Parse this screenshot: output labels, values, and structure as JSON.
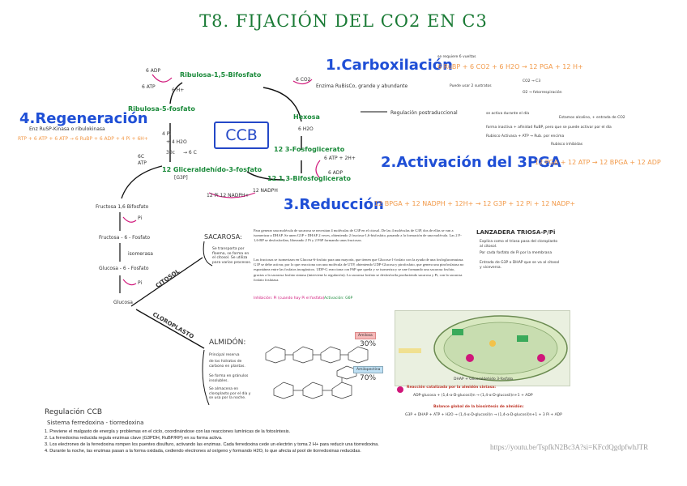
{
  "title": "T8. FIJACIÓN DEL CO2 EN C3",
  "ccb": "CCB",
  "cycle": {
    "ribulosa_bifosfato": "Ribulosa-1,5-Bifosfato",
    "ribulosa_fosfato": "Ribulosa-5-fosfato",
    "hexosa": "Hexosa",
    "fosfoglicerato": "12 3-Fosfoglicerato",
    "bifosfoglicerato": "12 1,3-Bifosfoglicerato",
    "gliceraldehido": "12 Gliceraldehído-3-fosfato",
    "gliceraldehido_abbr": "[G3P]",
    "adp6": "6 ADP",
    "atp6": "6 ATP",
    "h_plus_6": "6 H+",
    "h2o_6": "6 H2O",
    "co2_6": "6 CO2",
    "pi_4": "4 Pi",
    "h2o_4": "+ 4 H2O",
    "c30": "30c",
    "c30_out": "→ 6 C",
    "atp_6c": "6C",
    "atp_label": "ATP",
    "adp_plus_2h": "6 ATP + 2H+",
    "adp_6b": "6 ADP",
    "nadph_pi": "12 Pi  12 NADPH+",
    "nadph_12": "12 NADPH"
  },
  "sections": {
    "carboxilacion": {
      "heading": "1.Carboxilación",
      "equation": "6 RuBP + 6 CO2 + 6 H2O → 12 PGA + 12 H+",
      "note": "se requiere 6 vueltas",
      "enzyme": "Enzima RuBisCo, grande y abundante",
      "enzyme_note": "Puede usar 2 sustratos",
      "sub1": "CO2 → C3",
      "sub2": "O2 → fotorrespiración",
      "regulation": "Regulación postraduccional",
      "regulation_text": "se activa durante el día",
      "reg_detail1": "Estamos alcalino, + entrada de CO2",
      "reg_detail2": "forma inactiva + afinidad RuBP, pero que se puede activar por el día",
      "reg_detail3": "Rubisco Activasa + ATP → Rub. por encima",
      "reg_detail4": "Rubisco inhibidas"
    },
    "activacion": {
      "heading": "2.Activación del 3PGA",
      "equation": "12 PGA + 12 ATP → 12 BPGA + 12 ADP"
    },
    "reduccion": {
      "heading": "3.Reducción",
      "equation": "12 BPGA + 12 NADPH + 12H+ → 12 G3P + 12 Pi + 12 NADP+"
    },
    "regeneracion": {
      "heading": "4.Regeneración",
      "sub": "Enz RuSP-Kinasa o ribulokinasa",
      "equation": "RTP + 6 ATP + 6 ATP → 6 RuBP + 6 ADP + 4 Pi + 6H+"
    }
  },
  "pathway": {
    "fructosa_bifosfato": "Fructosa 1,6 Bifosfato",
    "pi1": "Pi",
    "fructosa_fosfato": "Fructosa - 6 - Fosfato",
    "isomerasa": "isomerasa",
    "glucosa_fosfato": "Glucosa - 6 - Fosfato",
    "pi2": "Pi",
    "glucosa": "Glucosa",
    "citosol": "CITOSOL",
    "cloroplasto": "CLOROPLASTO"
  },
  "sacarosa": {
    "label": "SACAROSA:",
    "note": "Se transporta por floema, se forma en el citosol. Se utiliza para varios procesos."
  },
  "almidon": {
    "label": "ALMIDÓN:",
    "note1": "Principal reserva",
    "note2": "de los hidratos de carbono en plantas.",
    "note3": "Se forma en gránulos insolubles.",
    "note4": "Se almacena en cloroplasto por el día y se usa por la noche.",
    "amilosa": "Amilosa",
    "amilosa_pct": "30%",
    "amilopectina": "Amilopectina",
    "amilopectina_pct": "70%"
  },
  "lanzadera": {
    "heading": "LANZADERA TRIOSA-P/Pi",
    "item1": "Explica como el triosa pasa del cloroplasto al citosol.",
    "item2": "Por cada fosfato de Pi por la membrana",
    "item3": "Entrada de G3P o DHAP que se va al citosol y viceversa."
  },
  "doc_paragraph1": "Para generar una molécula de sacarosa se necesitan 4 moléculas de G3P en el citosol. De las 4 moléculas de G3P, dos de ellas se van a isomerizar a DHAP. Se unen G3P + DHAP 2 veces, obteniendo 2 fructosa-1,6-bisfosfato, pasando a la formación de una molécula. Las 2 F-1,6-BP se desfosforilan, liberando 2 Pi y 2 F6P formando unas fructosas.",
  "doc_paragraph2": "Las fructosas se isomerizan en Glucosa-6-fosfato para una mayoría, que tienen que Glucosa-1-fosfato con la ayuda de una fosfoglucomutasa. G1P se debe activar, por lo que reacciona con una molécula de UTP, obteniendo UDP-Glucosa y pirofosfato, que genera una pirofosfatasa no espontánea entre las fosfatos inorgánicos. UDP-G reacciona con F6P que queda y se isomeriza y se une formando una sacarosa fosfato, gracias a la sacarosa fosfato sintasa (interviene la regulación). La sacarosa fosfato se desfosforila produciendo sacarosa y Pi, con la sacarosa fosfato fosfatasa.",
  "doc_inhibition": "Inhibición: Pi (cuando hay Pi el fosfato)",
  "doc_activation": "Activación: G6P",
  "diagram": {
    "caption1": "Reacción catalizada por la almidón sintasa:",
    "caption2": "ADP-glucosa + (1,4-α-D-glucosil)n → (1,4-α-D-glucosil)n+1 + ADP",
    "caption3": "Balance global de la biosíntesis de almidón:",
    "caption4": "G3P + DHAP + ATP + H2O → (1,4-α-D-glucosil)n → (1,4-α-D-glucosil)n+1 + 3 Pi + ADP",
    "inner_label": "DHAP + Gliceraldehido 3-fosfato"
  },
  "regulation": {
    "heading": "Regulación CCB",
    "sub": "Sistema ferredoxina - tiorredoxina",
    "items": [
      "1. Previene el malgasto de energía y problemas en el ciclo, coordinándose con las reacciones lumínicas de la fotosíntesis.",
      "2. La ferredoxina reducida regula enzimas clave (G3PDH, RuBP/RP) en su forma activa.",
      "3. Los electrones de la ferredoxina rompen los puentes disulfuro, activando las enzimas. Cada ferredoxina cede un electrón y toma 2 H+ para reducir una tiorredoxina.",
      "4. Durante la noche, las enzimas pasan a la forma oxidada, cediendo electrones al oxígeno y formando H2O, lo que afecta al pool de tiorredoxinas reducidas."
    ]
  },
  "url": "https://youtu.be/TspfkN2Bc3A?si=KFcdQgdpfwhJTR",
  "colors": {
    "green": "#1a8a3a",
    "blue": "#1f4fd6",
    "orange": "#f29a4a",
    "magenta": "#d0167a",
    "highlight": "#fff46b"
  }
}
